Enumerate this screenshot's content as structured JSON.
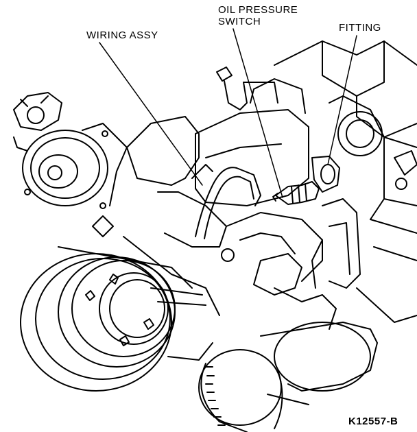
{
  "labels": {
    "wiring_assy": "WIRING ASSY",
    "oil_pressure_switch_line1": "OIL PRESSURE",
    "oil_pressure_switch_line2": "SWITCH",
    "fitting": "FITTING"
  },
  "figure_id": "K12557-B",
  "colors": {
    "ink": "#000000",
    "paper": "#ffffff"
  }
}
